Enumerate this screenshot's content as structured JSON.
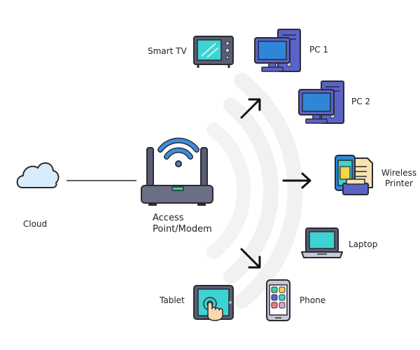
{
  "nodes": {
    "cloud": {
      "label": "Cloud",
      "icon": "cloud-icon"
    },
    "access_point": {
      "label_line1": "Access",
      "label_line2": "Point/Modem",
      "icon": "router-icon"
    },
    "smart_tv": {
      "label": "Smart TV",
      "icon": "tv-icon"
    },
    "pc1": {
      "label": "PC 1",
      "icon": "desktop-pc-icon"
    },
    "pc2": {
      "label": "PC 2",
      "icon": "desktop-pc-icon"
    },
    "printer": {
      "label_line1": "Wireless",
      "label_line2": "Printer",
      "icon": "printer-icon"
    },
    "laptop": {
      "label": "Laptop",
      "icon": "laptop-icon"
    },
    "phone": {
      "label": "Phone",
      "icon": "smartphone-icon"
    },
    "tablet": {
      "label": "Tablet",
      "icon": "tablet-icon"
    }
  },
  "colors": {
    "outline": "#2b2b33",
    "screen_cyan": "#3ed3d3",
    "screen_blue": "#2f86d9",
    "device_purple": "#5b63c9",
    "wifi_blue": "#3a8fe0",
    "router_body": "#6a6f86",
    "router_led": "#3ed3a0",
    "cloud_fill": "#d9ecfb",
    "signal_arc": "#f0f0f0",
    "paper": "#f7e3b0"
  }
}
